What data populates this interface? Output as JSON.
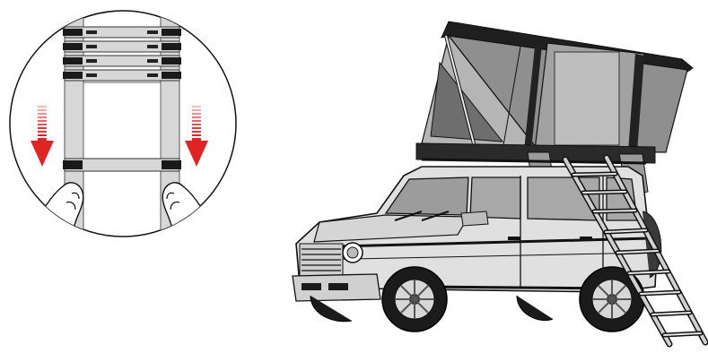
{
  "illustration": {
    "detail_inset": {
      "icon": "telescopic-ladder-collapse-icon",
      "arrow_count": 2,
      "rung_count": 5
    },
    "vehicle": {
      "icon": "suv-with-rooftop-tent-icon",
      "ladder_rung_count": 9
    },
    "colors": {
      "arrow": "#e02424",
      "tent_shell": "#1f1f1f",
      "tent_fabric": "#9a9a9a",
      "ladder": "#c9c9c9",
      "car_body": "#dcdcdc",
      "outline": "#111111"
    }
  }
}
